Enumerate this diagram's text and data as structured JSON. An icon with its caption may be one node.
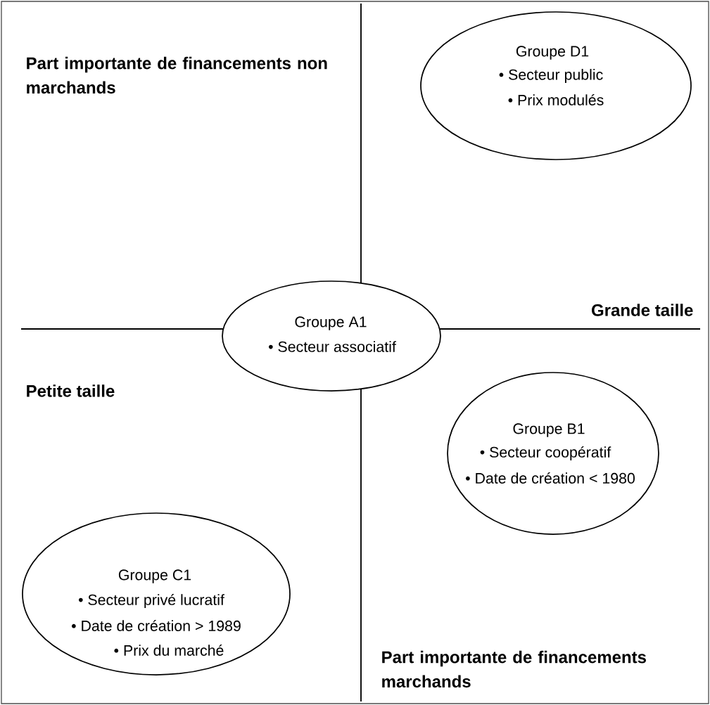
{
  "diagram": {
    "nodes": [
      {
        "text": [
          "Groupe D1",
          "• Secteur public",
          "• Prix modulés"
        ]
      },
      {
        "text": [
          "Groupe A1",
          "• Secteur associatif"
        ]
      },
      {
        "text": [
          "Groupe B1",
          "• Secteur coopératif",
          "• Date de création < 1980"
        ]
      },
      {
        "text": [
          "Groupe C1",
          "• Secteur privé lucratif",
          "• Date de création > 1989",
          "• Prix du marché"
        ]
      }
    ],
    "labels": [
      "Part importante de financements non marchands",
      "Grande taille",
      "Petite taille",
      "Part importante de financements marchands"
    ]
  }
}
